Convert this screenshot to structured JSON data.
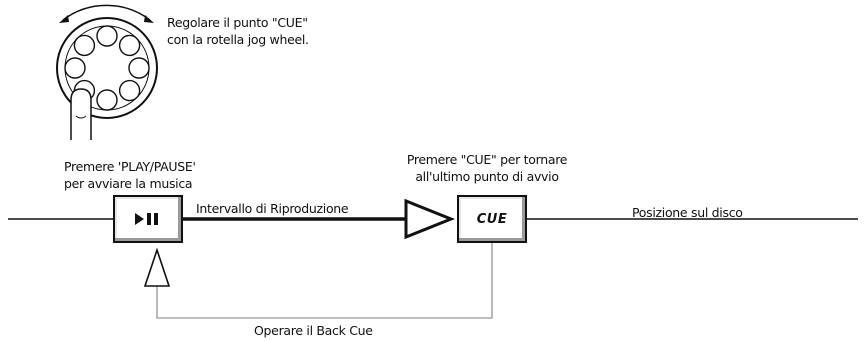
{
  "labels": {
    "jog_instruction_line1": "Regolare il punto \"CUE\"",
    "jog_instruction_line2": "con la rotella jog wheel.",
    "play_instruction_line1": "Premere 'PLAY/PAUSE'",
    "play_instruction_line2": "per avviare la musica",
    "cue_instruction_line1": "Premere \"CUE\" per tornare",
    "cue_instruction_line2": "all'ultimo punto di avvio",
    "playback_interval": "Intervallo di Riproduzione",
    "disc_position": "Posizione sul disco",
    "back_cue": "Operare il Back Cue"
  },
  "buttons": {
    "play_pause_icon": "play-pause-icon",
    "cue_label": "CUE"
  },
  "colors": {
    "line": "#111111",
    "back_cue_loop": "#aaaaaa"
  }
}
